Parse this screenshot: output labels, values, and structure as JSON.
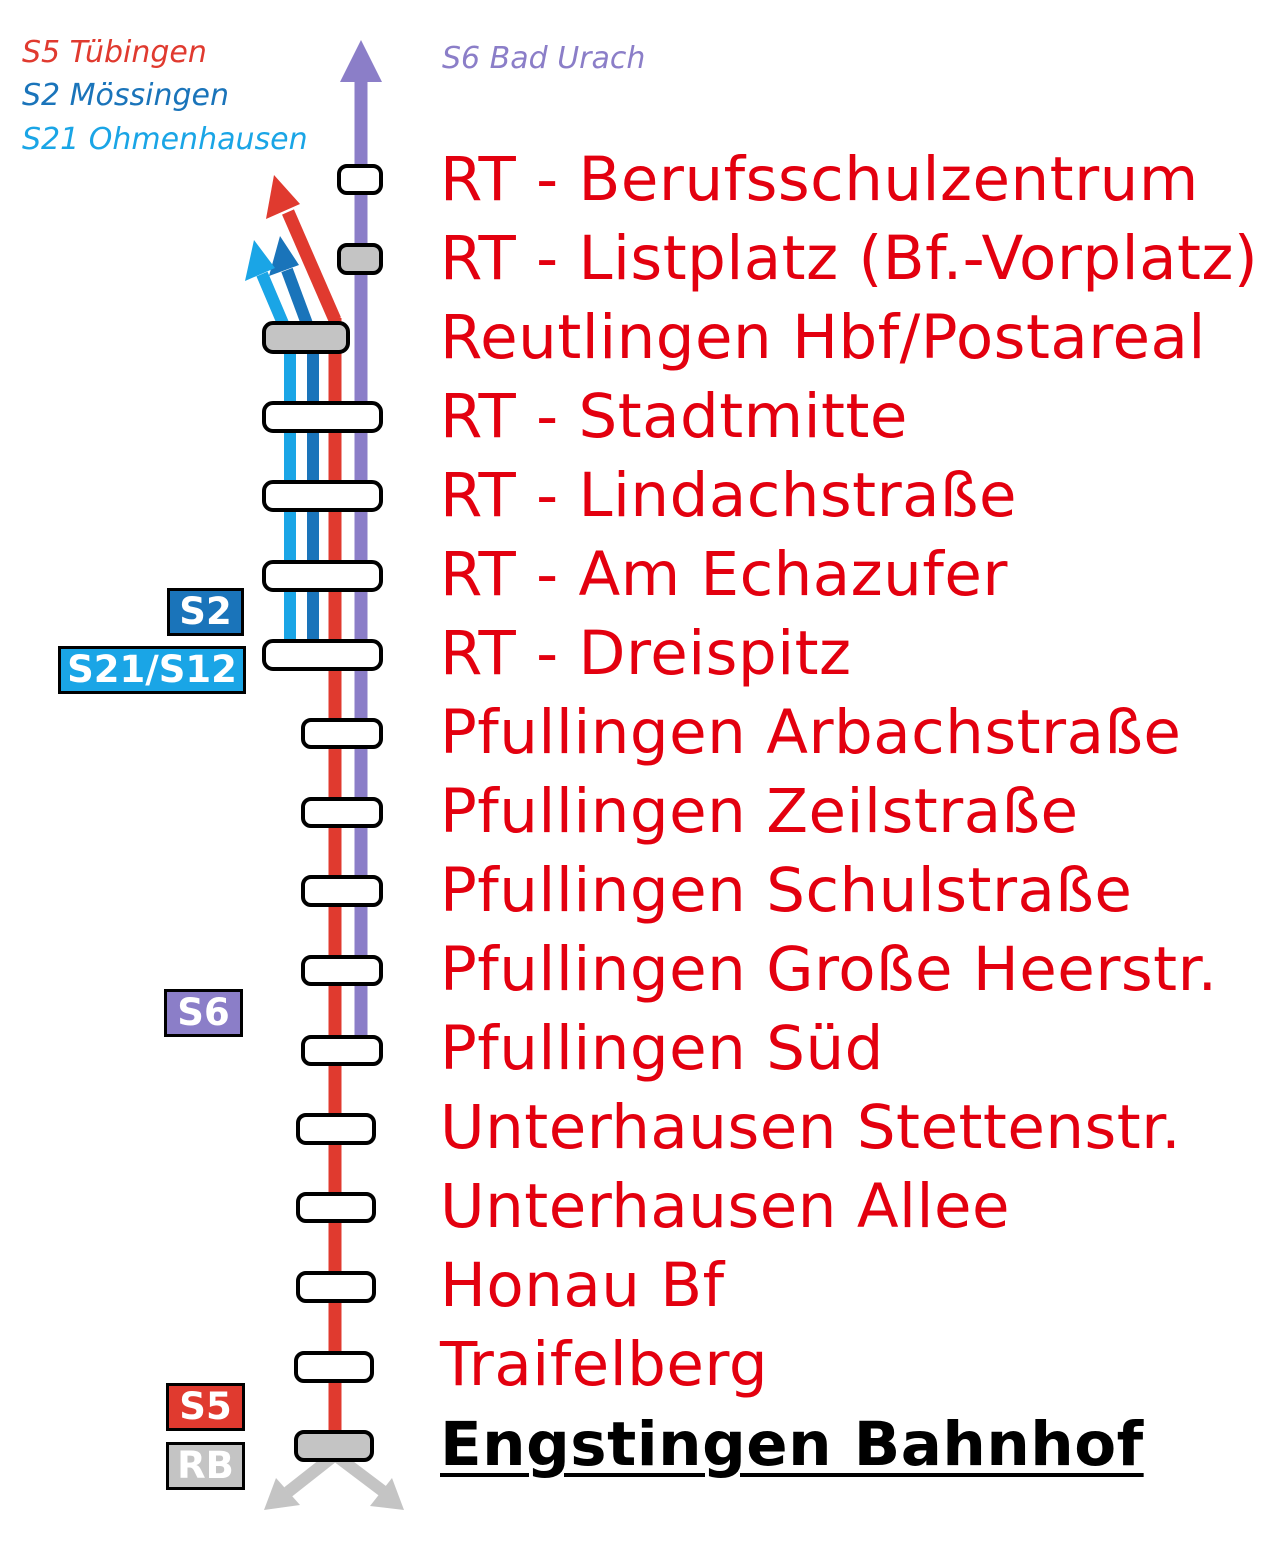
{
  "colors": {
    "s5": "#e03a2f",
    "s2": "#1a74ba",
    "s21": "#1aa5e6",
    "s6": "#8b7ec8",
    "rb": "#c4c4c4",
    "station_text": "#e3000f",
    "terminus_text": "#000000"
  },
  "destinations": {
    "s5": "S5 Tübingen",
    "s2": "S2 Mössingen",
    "s21": "S21 Ohmenhausen",
    "s6": "S6 Bad Urach"
  },
  "stations": [
    {
      "name": "RT - Berufsschulzentrum",
      "stop": "white"
    },
    {
      "name": "RT - Listplatz (Bf.-Vorplatz)",
      "stop": "grey"
    },
    {
      "name": "Reutlingen Hbf/Postareal",
      "stop": "grey"
    },
    {
      "name": "RT - Stadtmitte",
      "stop": "white"
    },
    {
      "name": "RT - Lindachstraße",
      "stop": "white"
    },
    {
      "name": "RT - Am Echazufer",
      "stop": "white"
    },
    {
      "name": "RT - Dreispitz",
      "stop": "white"
    },
    {
      "name": "Pfullingen Arbachstraße",
      "stop": "white"
    },
    {
      "name": "Pfullingen Zeilstraße",
      "stop": "white"
    },
    {
      "name": "Pfullingen Schulstraße",
      "stop": "white"
    },
    {
      "name": "Pfullingen Große Heerstr.",
      "stop": "white"
    },
    {
      "name": "Pfullingen Süd",
      "stop": "white"
    },
    {
      "name": "Unterhausen Stettenstr.",
      "stop": "white"
    },
    {
      "name": "Unterhausen Allee",
      "stop": "white"
    },
    {
      "name": "Honau Bf",
      "stop": "white"
    },
    {
      "name": "Traifelberg",
      "stop": "white"
    },
    {
      "name": "Engstingen Bahnhof",
      "stop": "grey",
      "terminus": true
    }
  ],
  "badges": {
    "s2": "S2",
    "s21": "S21/S12",
    "s6": "S6",
    "s5": "S5",
    "rb": "RB"
  }
}
